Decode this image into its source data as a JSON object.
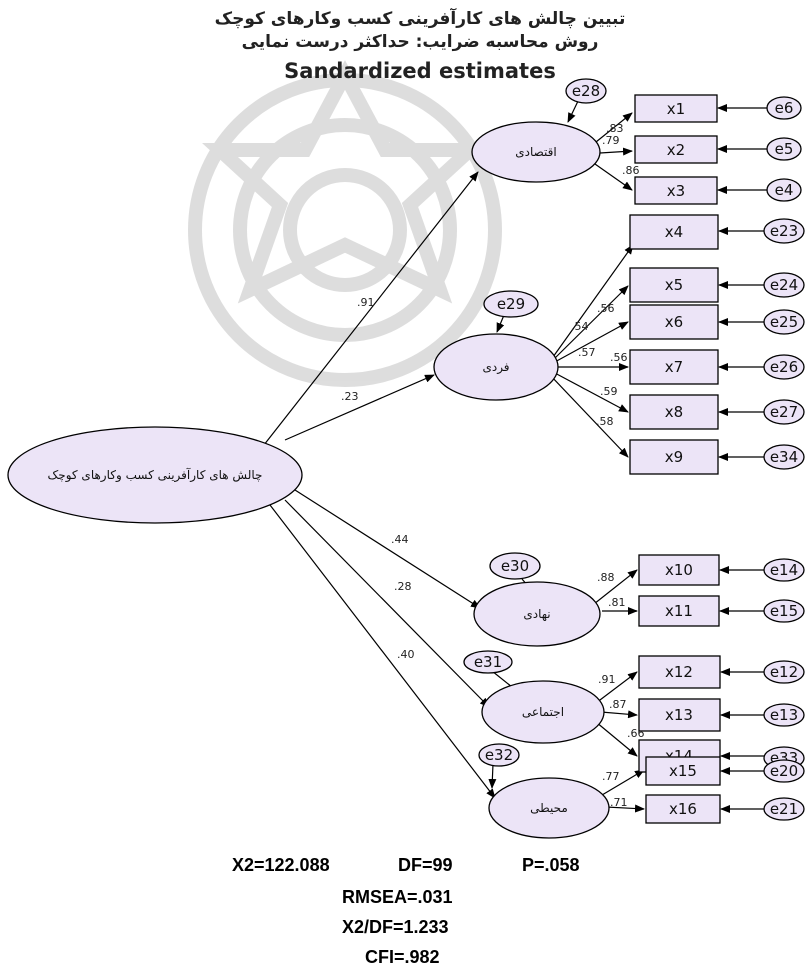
{
  "title": {
    "line1": "تبیین چالش های کارآفرینی کسب وکارهای کوچک",
    "line2": "روش محاسبه ضرایب: حداکثر درست نمایی",
    "line3": "Sandardized estimates"
  },
  "latents": {
    "main": "چالش های کارآفرینی کسب وکارهای کوچک",
    "economic": "اقتصادی",
    "individual": "فردی",
    "institutional": "نهادی",
    "social": "اجتماعی",
    "environmental": "محیطی"
  },
  "structural_paths": {
    "economic": ".91",
    "individual": ".23",
    "institutional": ".44",
    "social": ".28",
    "environmental": ".40"
  },
  "residuals": {
    "economic": "e28",
    "individual": "e29",
    "institutional": "e30",
    "social": "e31",
    "environmental": "e32"
  },
  "indicators": [
    {
      "name": "x1",
      "error": "e6",
      "loading": ".83"
    },
    {
      "name": "x2",
      "error": "e5",
      "loading": ".79"
    },
    {
      "name": "x3",
      "error": "e4",
      "loading": ".86"
    },
    {
      "name": "x4",
      "error": "e23",
      "loading": ".54"
    },
    {
      "name": "x5",
      "error": "e24",
      "loading": ".56"
    },
    {
      "name": "x6",
      "error": "e25",
      "loading": ".57"
    },
    {
      "name": "x7",
      "error": "e26",
      "loading": ".56"
    },
    {
      "name": "x8",
      "error": "e27",
      "loading": ".59"
    },
    {
      "name": "x9",
      "error": "e34",
      "loading": ".58"
    },
    {
      "name": "x10",
      "error": "e14",
      "loading": ".88"
    },
    {
      "name": "x11",
      "error": "e15",
      "loading": ".81"
    },
    {
      "name": "x12",
      "error": "e12",
      "loading": ".91"
    },
    {
      "name": "x13",
      "error": "e13",
      "loading": ".87"
    },
    {
      "name": "x14",
      "error": "e33",
      "loading": ".66"
    },
    {
      "name": "x15",
      "error": "e20",
      "loading": ".77"
    },
    {
      "name": "x16",
      "error": "e21",
      "loading": ".71"
    }
  ],
  "fit": {
    "chi2": "X2=122.088",
    "df": "DF=99",
    "p": "P=.058",
    "rmsea": "RMSEA=.031",
    "chi2_df": "X2/DF=1.233",
    "cfi": "CFI=.982"
  }
}
